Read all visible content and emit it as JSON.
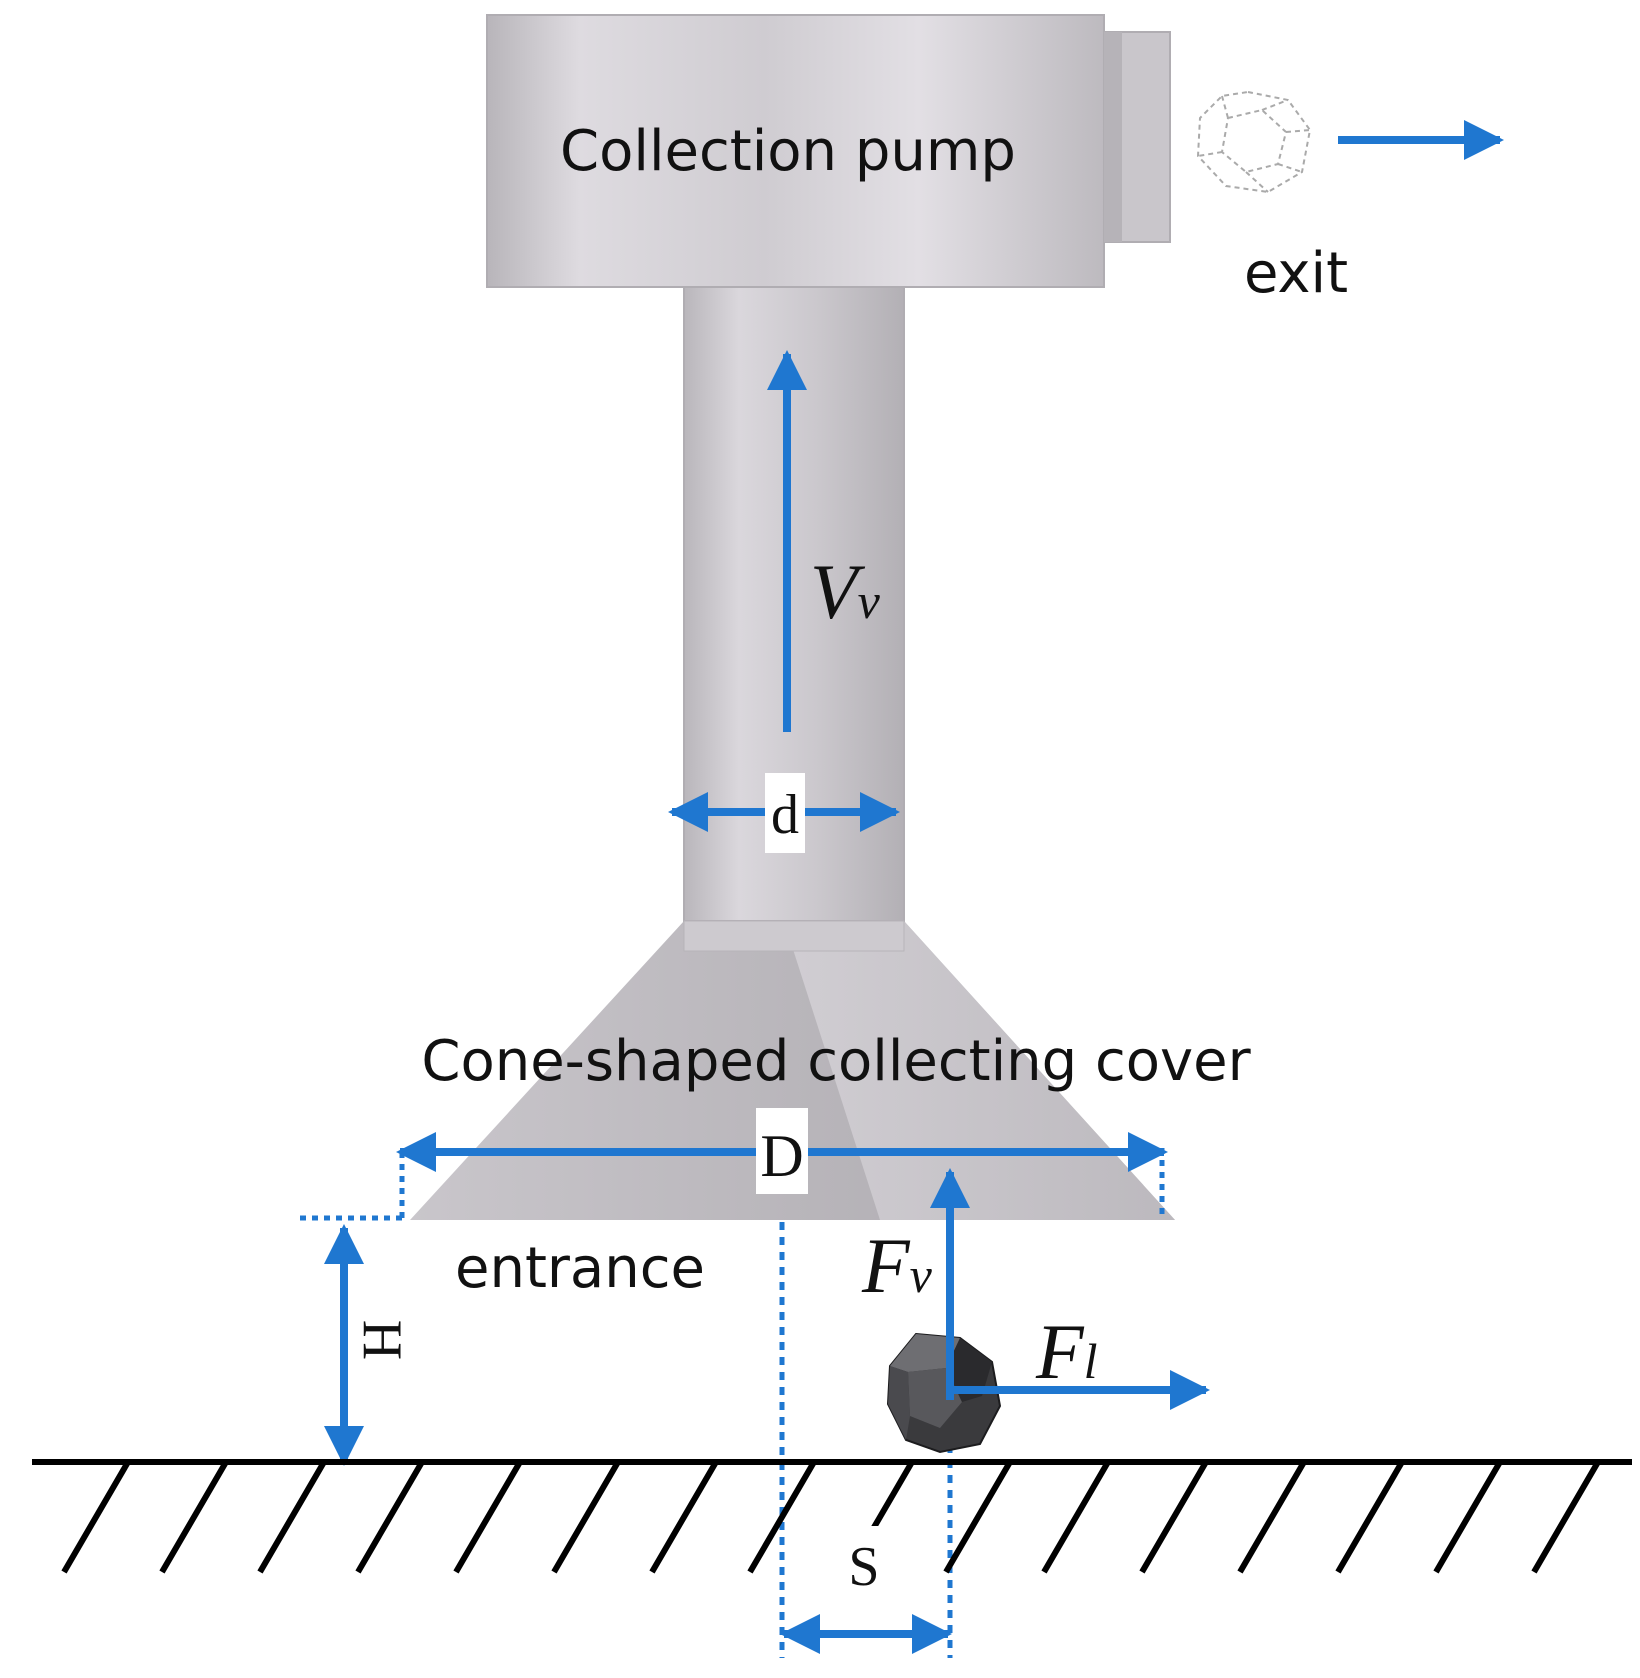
{
  "labels": {
    "pump": "Collection pump",
    "exit": "exit",
    "velocity_main": "V",
    "velocity_sub": "v",
    "pipe_diameter": "d",
    "cover": "Cone-shaped collecting cover",
    "cover_diameter": "D",
    "entrance": "entrance",
    "height": "H",
    "force_v_main": "F",
    "force_v_sub": "v",
    "force_l_main": "F",
    "force_l_sub": "l",
    "offset": "S"
  },
  "colors": {
    "arrow": "#1f77d0",
    "metal_light": "#dcd9dd",
    "metal_mid": "#c6c3c8",
    "metal_dark": "#a9a6ab",
    "ground": "#000000",
    "nodule": "#3a3a3d"
  }
}
